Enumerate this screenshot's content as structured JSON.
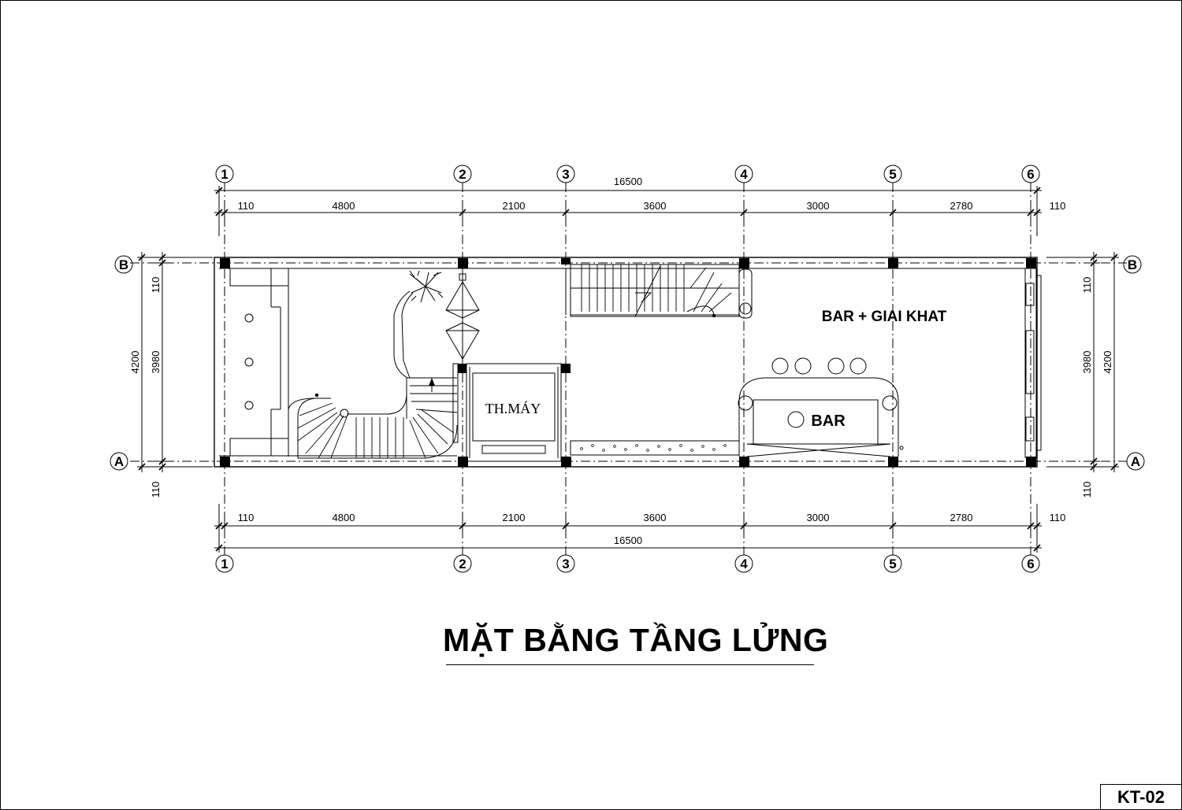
{
  "drawing": {
    "title": "MẶT BẰNG TẦNG LỬNG",
    "sheet_code": "KT-02"
  },
  "grid": {
    "columns": [
      "1",
      "2",
      "3",
      "4",
      "5",
      "6"
    ],
    "rows": [
      "A",
      "B"
    ]
  },
  "dimensions": {
    "top_total": "16500",
    "top_segments": [
      "110",
      "4800",
      "2100",
      "3600",
      "3000",
      "2780",
      "110"
    ],
    "bottom_total": "16500",
    "bottom_segments": [
      "110",
      "4800",
      "2100",
      "3600",
      "3000",
      "2780",
      "110"
    ],
    "left": {
      "total": "4200",
      "inner": "3980",
      "top_offset": "110",
      "bottom_offset": "110"
    },
    "right": {
      "total": "4200",
      "inner": "3980",
      "top_offset": "110",
      "bottom_offset": "110"
    }
  },
  "rooms": {
    "bar_area": "BAR + GIAI KHAT",
    "bar_counter": "BAR",
    "machine_room": "TH.MÁY"
  }
}
